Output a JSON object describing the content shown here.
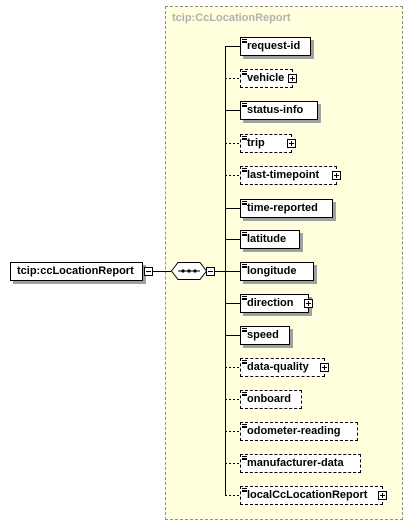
{
  "root": {
    "label": "tcip:ccLocationReport"
  },
  "type_box": {
    "title": "tcip:CcLocationReport"
  },
  "children": [
    {
      "label": "request-id",
      "optional": false,
      "expandable": false
    },
    {
      "label": "vehicle",
      "optional": true,
      "expandable": true
    },
    {
      "label": "status-info",
      "optional": false,
      "expandable": false
    },
    {
      "label": "trip",
      "optional": true,
      "expandable": true
    },
    {
      "label": "last-timepoint",
      "optional": true,
      "expandable": true
    },
    {
      "label": "time-reported",
      "optional": false,
      "expandable": false
    },
    {
      "label": "latitude",
      "optional": false,
      "expandable": false
    },
    {
      "label": "longitude",
      "optional": false,
      "expandable": false
    },
    {
      "label": "direction",
      "optional": false,
      "expandable": true
    },
    {
      "label": "speed",
      "optional": false,
      "expandable": false
    },
    {
      "label": "data-quality",
      "optional": true,
      "expandable": true
    },
    {
      "label": "onboard",
      "optional": true,
      "expandable": false
    },
    {
      "label": "odometer-reading",
      "optional": true,
      "expandable": false
    },
    {
      "label": "manufacturer-data",
      "optional": true,
      "expandable": false
    },
    {
      "label": "localCcLocationReport",
      "optional": true,
      "expandable": true
    }
  ]
}
